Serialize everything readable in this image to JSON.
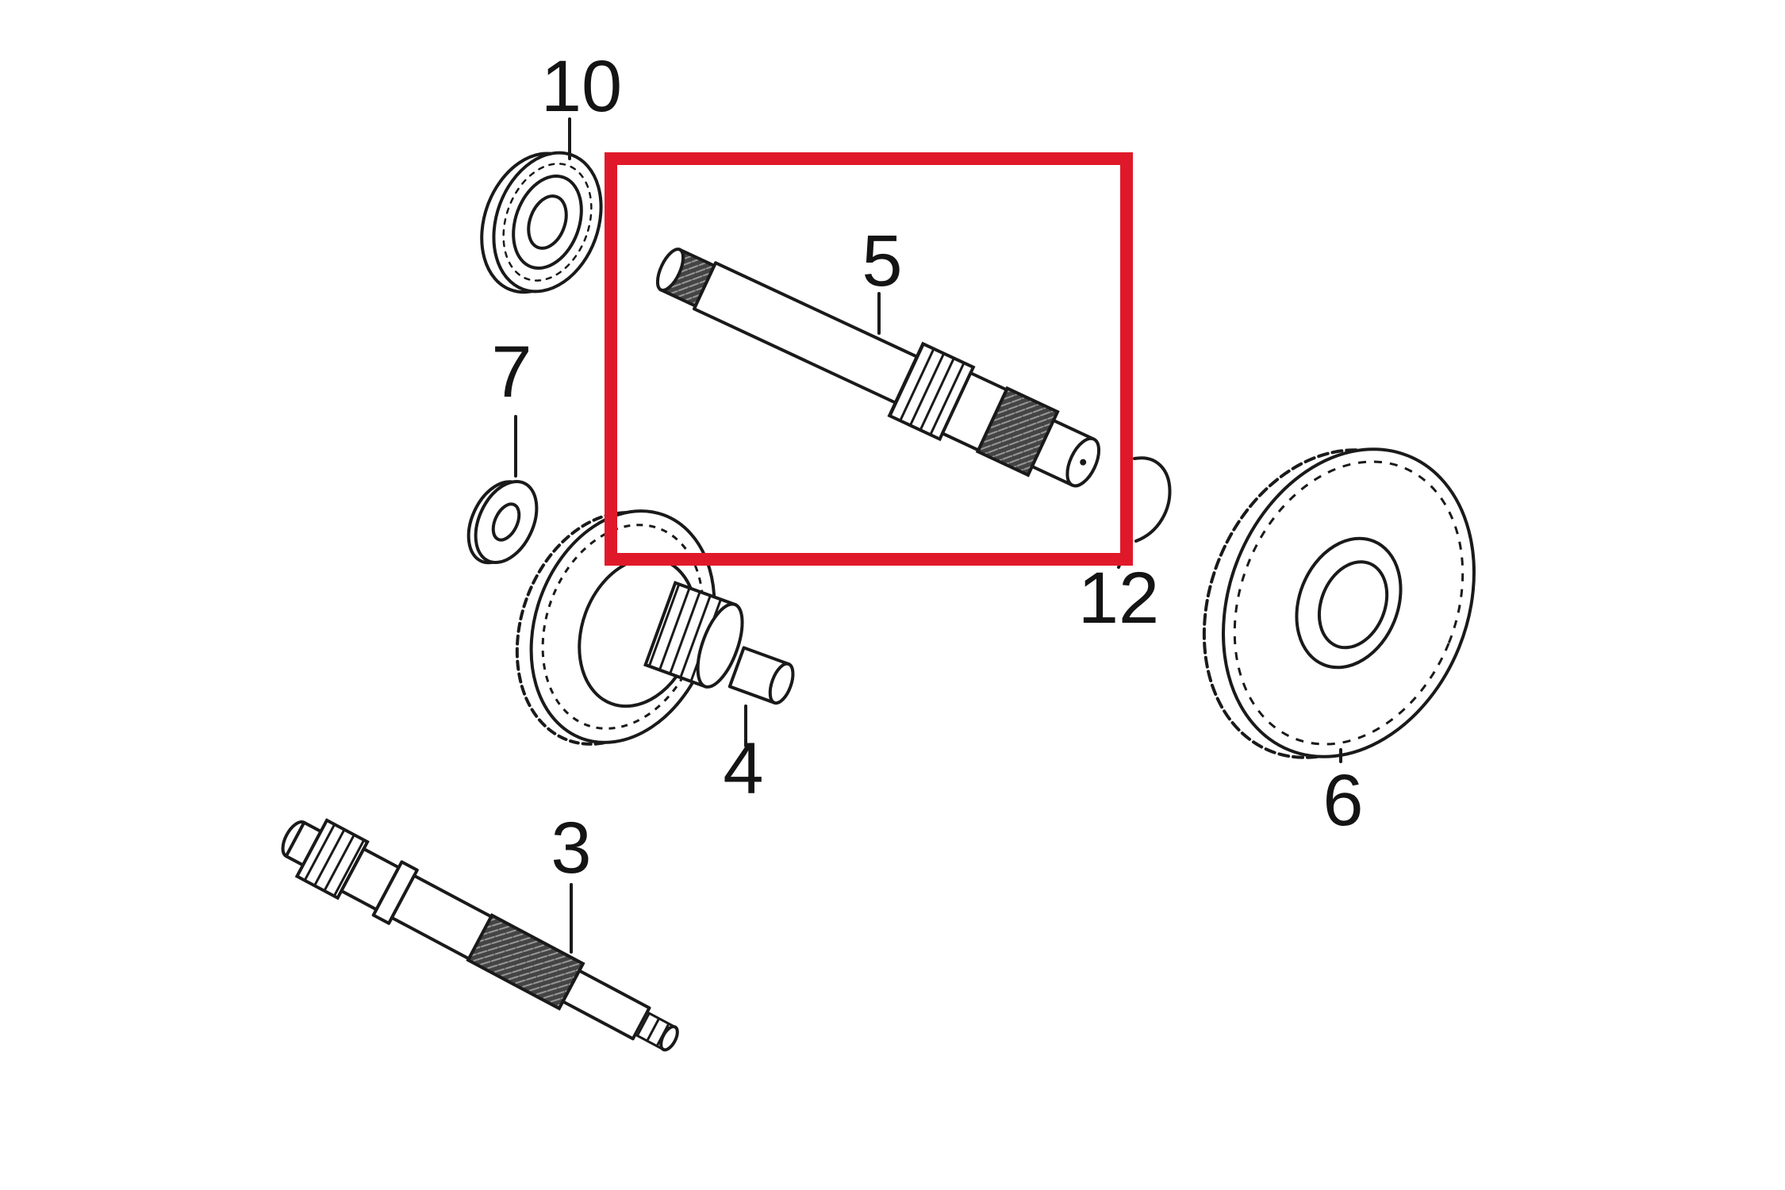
{
  "diagram": {
    "parts": [
      {
        "id": "10",
        "label": "10",
        "shape": "bearing"
      },
      {
        "id": "7",
        "label": "7",
        "shape": "washer"
      },
      {
        "id": "5",
        "label": "5",
        "shape": "shaft",
        "highlighted": true
      },
      {
        "id": "12",
        "label": "12",
        "shape": "circlip"
      },
      {
        "id": "4",
        "label": "4",
        "shape": "gear-with-shaft"
      },
      {
        "id": "6",
        "label": "6",
        "shape": "gear"
      },
      {
        "id": "3",
        "label": "3",
        "shape": "shaft"
      }
    ],
    "highlight": {
      "target": "5",
      "color": "#e0192a"
    },
    "colors": {
      "line": "#1a1a1a",
      "background": "#ffffff",
      "spline_fill": "#555555"
    }
  }
}
